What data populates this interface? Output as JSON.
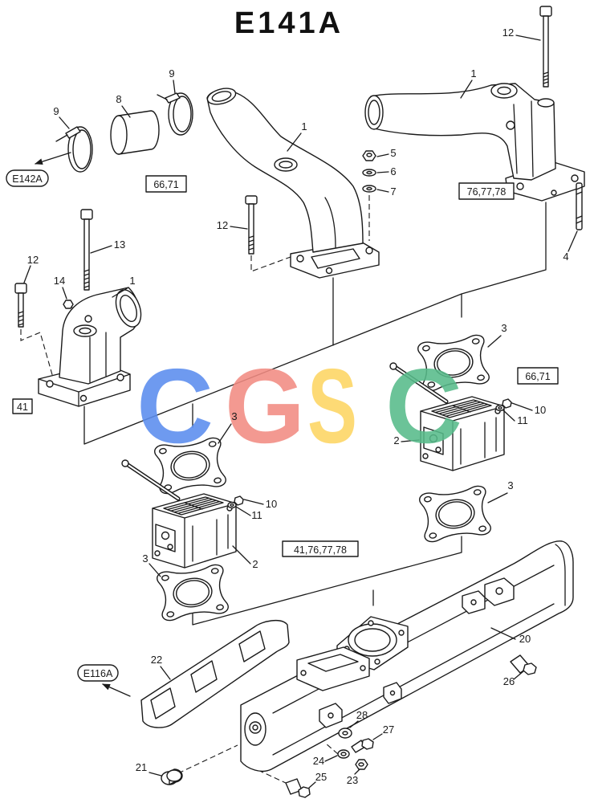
{
  "title": "E141A",
  "references": {
    "left_arrow": "E142A",
    "lower_arrow": "E116A"
  },
  "model_boxes": {
    "upper_left": "66,71",
    "upper_right": "76,77,78",
    "left": "41",
    "right": "66,71",
    "center": "41,76,77,78"
  },
  "callouts": [
    "12",
    "1",
    "9",
    "8",
    "9",
    "1",
    "5",
    "6",
    "7",
    "12",
    "13",
    "12",
    "14",
    "1",
    "4",
    "3",
    "2",
    "10",
    "11",
    "3",
    "10",
    "11",
    "2",
    "3",
    "3",
    "20",
    "22",
    "26",
    "28",
    "27",
    "24",
    "23",
    "21",
    "25"
  ],
  "watermark": {
    "letters": [
      "C",
      "G",
      "S",
      "C"
    ],
    "colors": [
      "#5b8def",
      "#f28b82",
      "#fdd663",
      "#57bb8a"
    ]
  },
  "colors": {
    "line": "#1a1a1a",
    "background": "#ffffff"
  }
}
